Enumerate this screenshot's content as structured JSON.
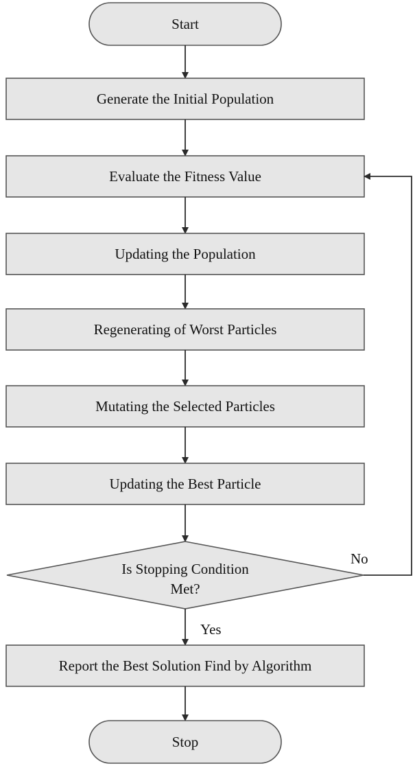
{
  "flowchart": {
    "start": "Start",
    "steps": [
      "Generate the Initial Population",
      "Evaluate the Fitness Value",
      "Updating the Population",
      "Regenerating of Worst Particles",
      "Mutating the Selected Particles",
      "Updating the Best Particle"
    ],
    "decision": {
      "line1": "Is Stopping Condition",
      "line2": "Met?"
    },
    "yes_label": "Yes",
    "no_label": "No",
    "report": "Report the Best Solution Find by Algorithm",
    "stop": "Stop"
  }
}
